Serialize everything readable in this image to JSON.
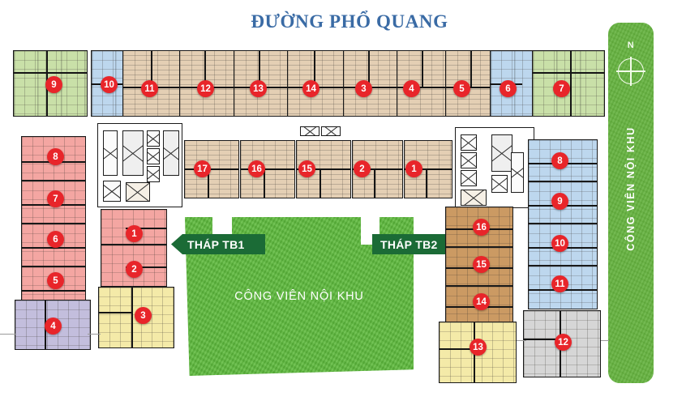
{
  "page": {
    "title": "ĐƯỜNG PHỔ QUANG",
    "title_color": "#3a6ba5",
    "background": "#ffffff"
  },
  "compass": {
    "icon": "compass-rose-icon",
    "north_label": "N"
  },
  "right_park": {
    "label": "CÔNG VIÊN NỘI KHU",
    "color": "#65b33f",
    "orientation": "vertical"
  },
  "central_park": {
    "label": "CÔNG VIÊN NỘI KHU",
    "color": "#5dba3c"
  },
  "towers": [
    {
      "name": "tower-tb1",
      "label": "THÁP TB1",
      "arrow": "left",
      "color": "#1b6b36"
    },
    {
      "name": "tower-tb2",
      "label": "THÁP TB2",
      "arrow": "right",
      "color": "#1b6b36"
    }
  ],
  "legend_colors": {
    "green": "#c9e0a8",
    "blue": "#bdd7ee",
    "tan": "#e4cfb4",
    "pink": "#f4a6a2",
    "lavender": "#c3bedd",
    "yellow": "#f4eaa8",
    "brown": "#cb9a63",
    "gray": "#d6d6d6",
    "badge": "#e8252a"
  },
  "units": {
    "top_row": [
      {
        "id": "9",
        "color": "green"
      },
      {
        "id": "10",
        "color": "blue"
      },
      {
        "id": "11",
        "color": "tan"
      },
      {
        "id": "12",
        "color": "tan"
      },
      {
        "id": "13",
        "color": "tan"
      },
      {
        "id": "14",
        "color": "tan"
      },
      {
        "id": "3",
        "color": "tan"
      },
      {
        "id": "4",
        "color": "tan"
      },
      {
        "id": "5",
        "color": "tan"
      },
      {
        "id": "6",
        "color": "blue"
      },
      {
        "id": "7",
        "color": "green"
      }
    ],
    "second_row": [
      {
        "id": "17",
        "color": "tan"
      },
      {
        "id": "16",
        "color": "tan"
      },
      {
        "id": "15",
        "color": "tan"
      },
      {
        "id": "2",
        "color": "tan"
      },
      {
        "id": "1",
        "color": "tan"
      }
    ],
    "left_outer_column": [
      {
        "id": "8",
        "color": "pink"
      },
      {
        "id": "7",
        "color": "pink"
      },
      {
        "id": "6",
        "color": "pink"
      },
      {
        "id": "5",
        "color": "pink"
      },
      {
        "id": "4",
        "color": "lavender"
      }
    ],
    "left_inner_column": [
      {
        "id": "1",
        "color": "pink"
      },
      {
        "id": "2",
        "color": "pink"
      },
      {
        "id": "3",
        "color": "yellow"
      }
    ],
    "right_inner_column": [
      {
        "id": "16",
        "color": "brown"
      },
      {
        "id": "15",
        "color": "brown"
      },
      {
        "id": "14",
        "color": "brown"
      },
      {
        "id": "13",
        "color": "yellow"
      }
    ],
    "right_outer_column": [
      {
        "id": "8",
        "color": "blue"
      },
      {
        "id": "9",
        "color": "blue"
      },
      {
        "id": "10",
        "color": "blue"
      },
      {
        "id": "11",
        "color": "blue"
      },
      {
        "id": "12",
        "color": "gray"
      }
    ]
  }
}
